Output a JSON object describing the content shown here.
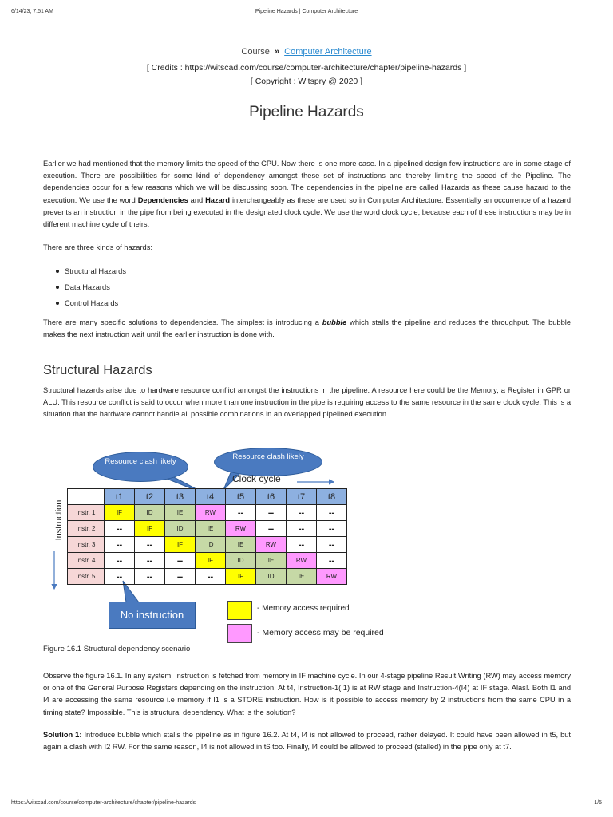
{
  "print_header": {
    "date": "6/14/23, 7:51 AM",
    "title": "Pipeline Hazards | Computer Architecture"
  },
  "breadcrumb": {
    "course": "Course",
    "separator": "»",
    "link": "Computer Architecture"
  },
  "credits": "[ Credits : https://witscad.com/course/computer-architecture/chapter/pipeline-hazards ]",
  "copyright": "[ Copyright : Witspry @ 2020 ]",
  "page_title": "Pipeline Hazards",
  "intro": {
    "part1": "Earlier we had mentioned that the memory limits the speed of the CPU. Now there is one more case. In a pipelined design few instructions are in some stage of execution. There are possibilities for some kind of dependency amongst these set of instructions and thereby limiting the speed of the Pipeline. The dependencies occur for a few reasons which we will be discussing soon. The dependencies in the pipeline are called Hazards as these cause hazard to the execution. We use the word ",
    "bold1": "Dependencies",
    "part2": " and ",
    "bold2": "Hazard",
    "part3": " interchangeably as these are used so in Computer Architecture. Essentially an occurrence of a hazard prevents an instruction in the pipe from being executed in the designated clock cycle. We use the word clock cycle, because each of these instructions may be in different machine cycle of theirs."
  },
  "kinds_intro": "There are three kinds of hazards:",
  "hazard_kinds": [
    "Structural Hazards",
    "Data Hazards",
    "Control Hazards"
  ],
  "solutions_para": {
    "part1": "There are many specific solutions to dependencies. The simplest is introducing a ",
    "italic": "bubble",
    "part2": " which stalls the pipeline and reduces the throughput. The bubble makes the next instruction wait until the earlier instruction is done with."
  },
  "section_heading": "Structural Hazards",
  "structural_para": "Structural hazards arise due to hardware resource conflict amongst the instructions in the pipeline. A resource here could be the Memory, a Register in GPR or ALU. This resource conflict is said to occur when more than one instruction in the pipe is requiring access to the same resource in the same clock cycle. This is a situation that the hardware cannot handle all possible combinations in an overlapped pipelined execution.",
  "figure": {
    "callout_left": "Resource clash likely",
    "callout_right": "Resource clash likely",
    "callout_bottom": "No instruction",
    "clock_label": "Clock cycle",
    "axis_label": "Instruction",
    "columns": [
      "t1",
      "t2",
      "t3",
      "t4",
      "t5",
      "t6",
      "t7",
      "t8"
    ],
    "rows": [
      {
        "label": "Instr. 1",
        "cells": [
          "IF",
          "ID",
          "IE",
          "RW",
          "--",
          "--",
          "--",
          "--"
        ]
      },
      {
        "label": "Instr. 2",
        "cells": [
          "--",
          "IF",
          "ID",
          "IE",
          "RW",
          "--",
          "--",
          "--"
        ]
      },
      {
        "label": "Instr. 3",
        "cells": [
          "--",
          "--",
          "IF",
          "ID",
          "IE",
          "RW",
          "--",
          "--"
        ]
      },
      {
        "label": "Instr. 4",
        "cells": [
          "--",
          "--",
          "--",
          "IF",
          "ID",
          "IE",
          "RW",
          "--"
        ]
      },
      {
        "label": "Instr. 5",
        "cells": [
          "--",
          "--",
          "--",
          "--",
          "IF",
          "ID",
          "IE",
          "RW"
        ]
      }
    ],
    "legend": [
      "- Memory access required",
      "- Memory access may be required"
    ],
    "colors": {
      "IF": "#ffff00",
      "ID": "#c6d9a6",
      "IE": "#c6d9a6",
      "RW": "#ff99ff",
      "header": "#8db0e0",
      "row_label": "#f6d7d7",
      "callout": "#4a7ac0"
    }
  },
  "caption": "Figure 16.1 Structural dependency scenario",
  "observe_para": "Observe the figure 16.1. In any system, instruction is fetched from memory in IF machine cycle. In our 4-stage pipeline Result Writing (RW) may access memory or one of the General Purpose Registers depending on the instruction. At t4, Instruction-1(I1) is at RW stage and Instruction-4(I4) at IF stage. Alas!. Both I1 and I4 are accessing the same resource i.e memory if I1 is a STORE instruction. How is it possible to access memory by 2 instructions from the same CPU in a timing state? Impossible. This is structural dependency. What is the solution?",
  "solution1": {
    "label": "Solution 1:",
    "text": " Introduce bubble which stalls the pipeline as in figure 16.2. At t4, I4 is not allowed to proceed, rather delayed. It could have been allowed in t5, but again a clash with I2 RW. For the same reason, I4 is not allowed in t6 too. Finally, I4 could be allowed to proceed (stalled) in the pipe only at t7."
  },
  "print_footer": {
    "url": "https://witscad.com/course/computer-architecture/chapter/pipeline-hazards",
    "page": "1/5"
  }
}
